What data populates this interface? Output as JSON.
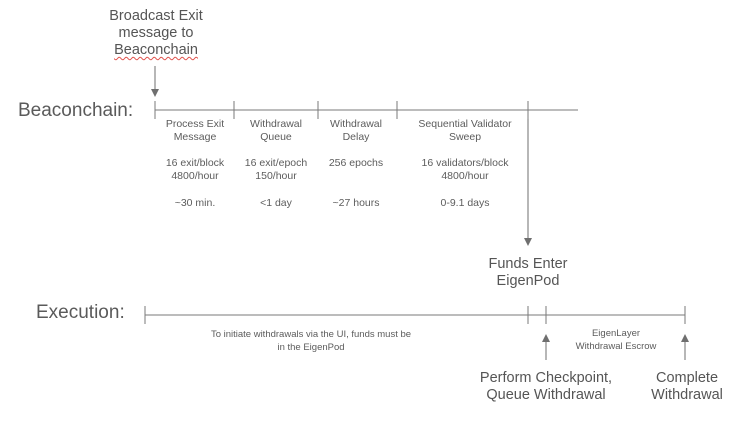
{
  "top_label": {
    "line1": "Broadcast Exit",
    "line2": "message to",
    "line3": "Beaconchain"
  },
  "beaconchain": {
    "label": "Beaconchain:",
    "stages": [
      {
        "title1": "Process Exit",
        "title2": "Message",
        "rate1": "16 exit/block",
        "rate2": "4800/hour",
        "time": "~30 min."
      },
      {
        "title1": "Withdrawal",
        "title2": "Queue",
        "rate1": "16 exit/epoch",
        "rate2": "150/hour",
        "time": "<1 day"
      },
      {
        "title1": "Withdrawal",
        "title2": "Delay",
        "rate1": "256 epochs",
        "rate2": "",
        "time": "~27 hours"
      },
      {
        "title1": "Sequential Validator",
        "title2": "Sweep",
        "rate1": "16 validators/block",
        "rate2": "4800/hour",
        "time": "0-9.1 days"
      }
    ]
  },
  "funds_enter": {
    "line1": "Funds Enter",
    "line2": "EigenPod"
  },
  "execution": {
    "label": "Execution:",
    "note1": "To initiate withdrawals via the UI, funds must be",
    "note2": "in the EigenPod",
    "escrow1": "EigenLayer",
    "escrow2": "Withdrawal Escrow"
  },
  "checkpoint": {
    "line1": "Perform Checkpoint,",
    "line2": "Queue Withdrawal"
  },
  "complete": {
    "line1": "Complete",
    "line2": "Withdrawal"
  },
  "colors": {
    "line": "#7a7a7a",
    "text": "#5b5b5b",
    "squiggle": "#e0504a"
  }
}
